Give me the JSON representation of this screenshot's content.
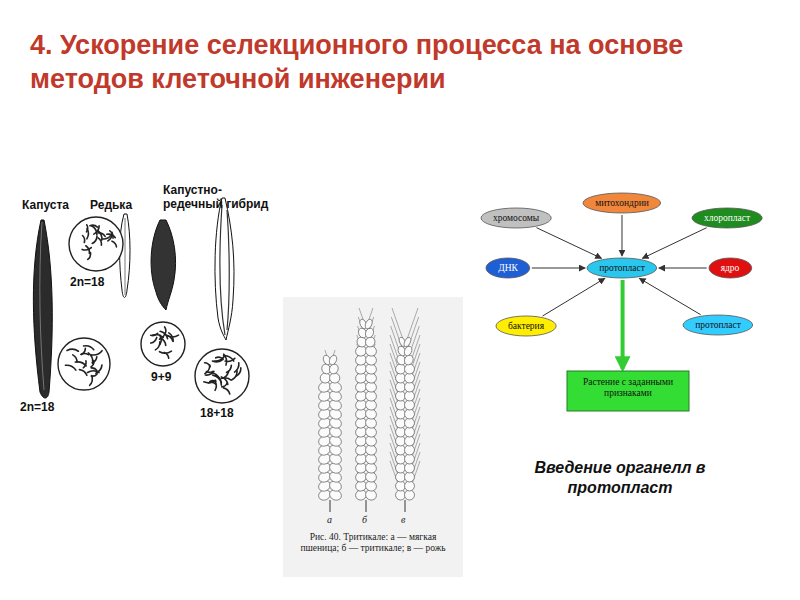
{
  "diagram": {
    "title": "4. Ускорение селекционного процесса на основе методов клеточной инженерии",
    "nodes": [
      {
        "text": [
          "хромосомы"
        ]
      },
      {
        "text": [
          "митохондрии"
        ]
      },
      {
        "text": [
          "хлоропласт"
        ]
      },
      {
        "text": [
          "ДНК"
        ]
      },
      {
        "text": [
          "протопласт"
        ]
      },
      {
        "text": [
          "ядро"
        ]
      },
      {
        "text": [
          "бактерия"
        ]
      },
      {
        "text": [
          "протопласт"
        ]
      },
      {
        "text": [
          "Растение с заданными признаками"
        ]
      }
    ],
    "edges": [
      {
        "from": 0,
        "to": 4,
        "arrow": "to"
      },
      {
        "from": 1,
        "to": 4,
        "arrow": "to"
      },
      {
        "from": 2,
        "to": 4,
        "arrow": "to"
      },
      {
        "from": 3,
        "to": 4,
        "arrow": "to"
      },
      {
        "from": 5,
        "to": 4,
        "arrow": "to"
      },
      {
        "from": 6,
        "to": 4,
        "arrow": "to"
      },
      {
        "from": 7,
        "to": 4,
        "arrow": "to"
      },
      {
        "from": 4,
        "to": 8,
        "arrow": "to"
      }
    ],
    "labels": [
      "Капуста",
      "Редька",
      "Капустно-редечный гибрид",
      "2n=18",
      "2n=18",
      "9+9",
      "18+18",
      "а",
      "б",
      "в",
      "Рис. 40. Тритикале: а — мягкая пшеница; б — тритикале; в — рожь",
      "Введение органелл в протопласт"
    ]
  }
}
